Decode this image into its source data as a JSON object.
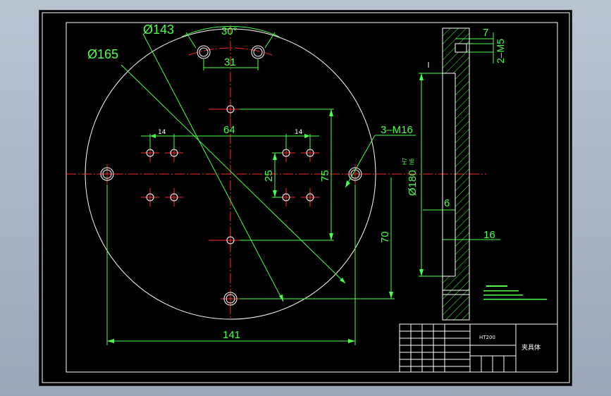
{
  "drawing": {
    "dims": {
      "d143": "Ø143",
      "d165": "Ø165",
      "angle30": "30°",
      "d31": "31",
      "d64": "64",
      "d14a": "14",
      "d14b": "14",
      "d25": "25",
      "d75": "75",
      "d70": "70",
      "d141": "141",
      "m16": "3–M16",
      "d180": "Ø180",
      "fit": "H7",
      "fit2": "h6",
      "d7": "7",
      "m5": "2–M5",
      "d6": "6",
      "d16": "16"
    },
    "title_block": {
      "material": "HT200",
      "name": "夹具体"
    }
  },
  "colors": {
    "dim": "#4cff4c",
    "outline": "#ffffff",
    "center": "#ff2a2a",
    "background": "#000000"
  }
}
